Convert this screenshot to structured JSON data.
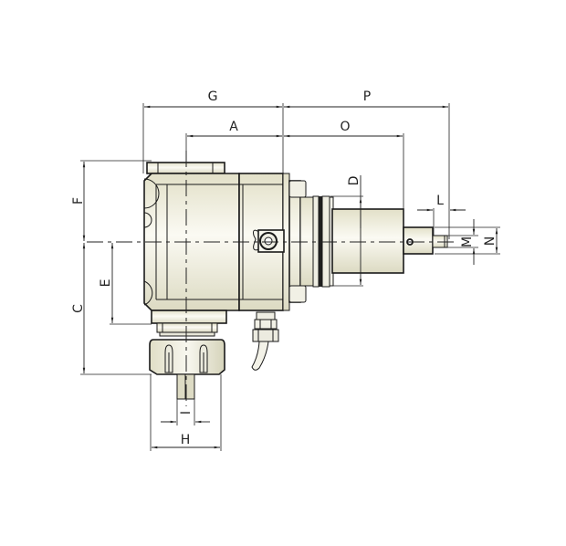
{
  "drawing": {
    "subject": "angle head tool holder dimension drawing",
    "colors": {
      "body_fill_light": "#fbfaf2",
      "body_fill_dark": "#d8d6bd",
      "line": "#1a1a1a",
      "background": "#ffffff"
    },
    "dimensions": {
      "G": "G",
      "P": "P",
      "A": "A",
      "O": "O",
      "D": "D",
      "L": "L",
      "M": "M",
      "N": "N",
      "F": "F",
      "E": "E",
      "C": "C",
      "I": "I",
      "H": "H"
    }
  }
}
